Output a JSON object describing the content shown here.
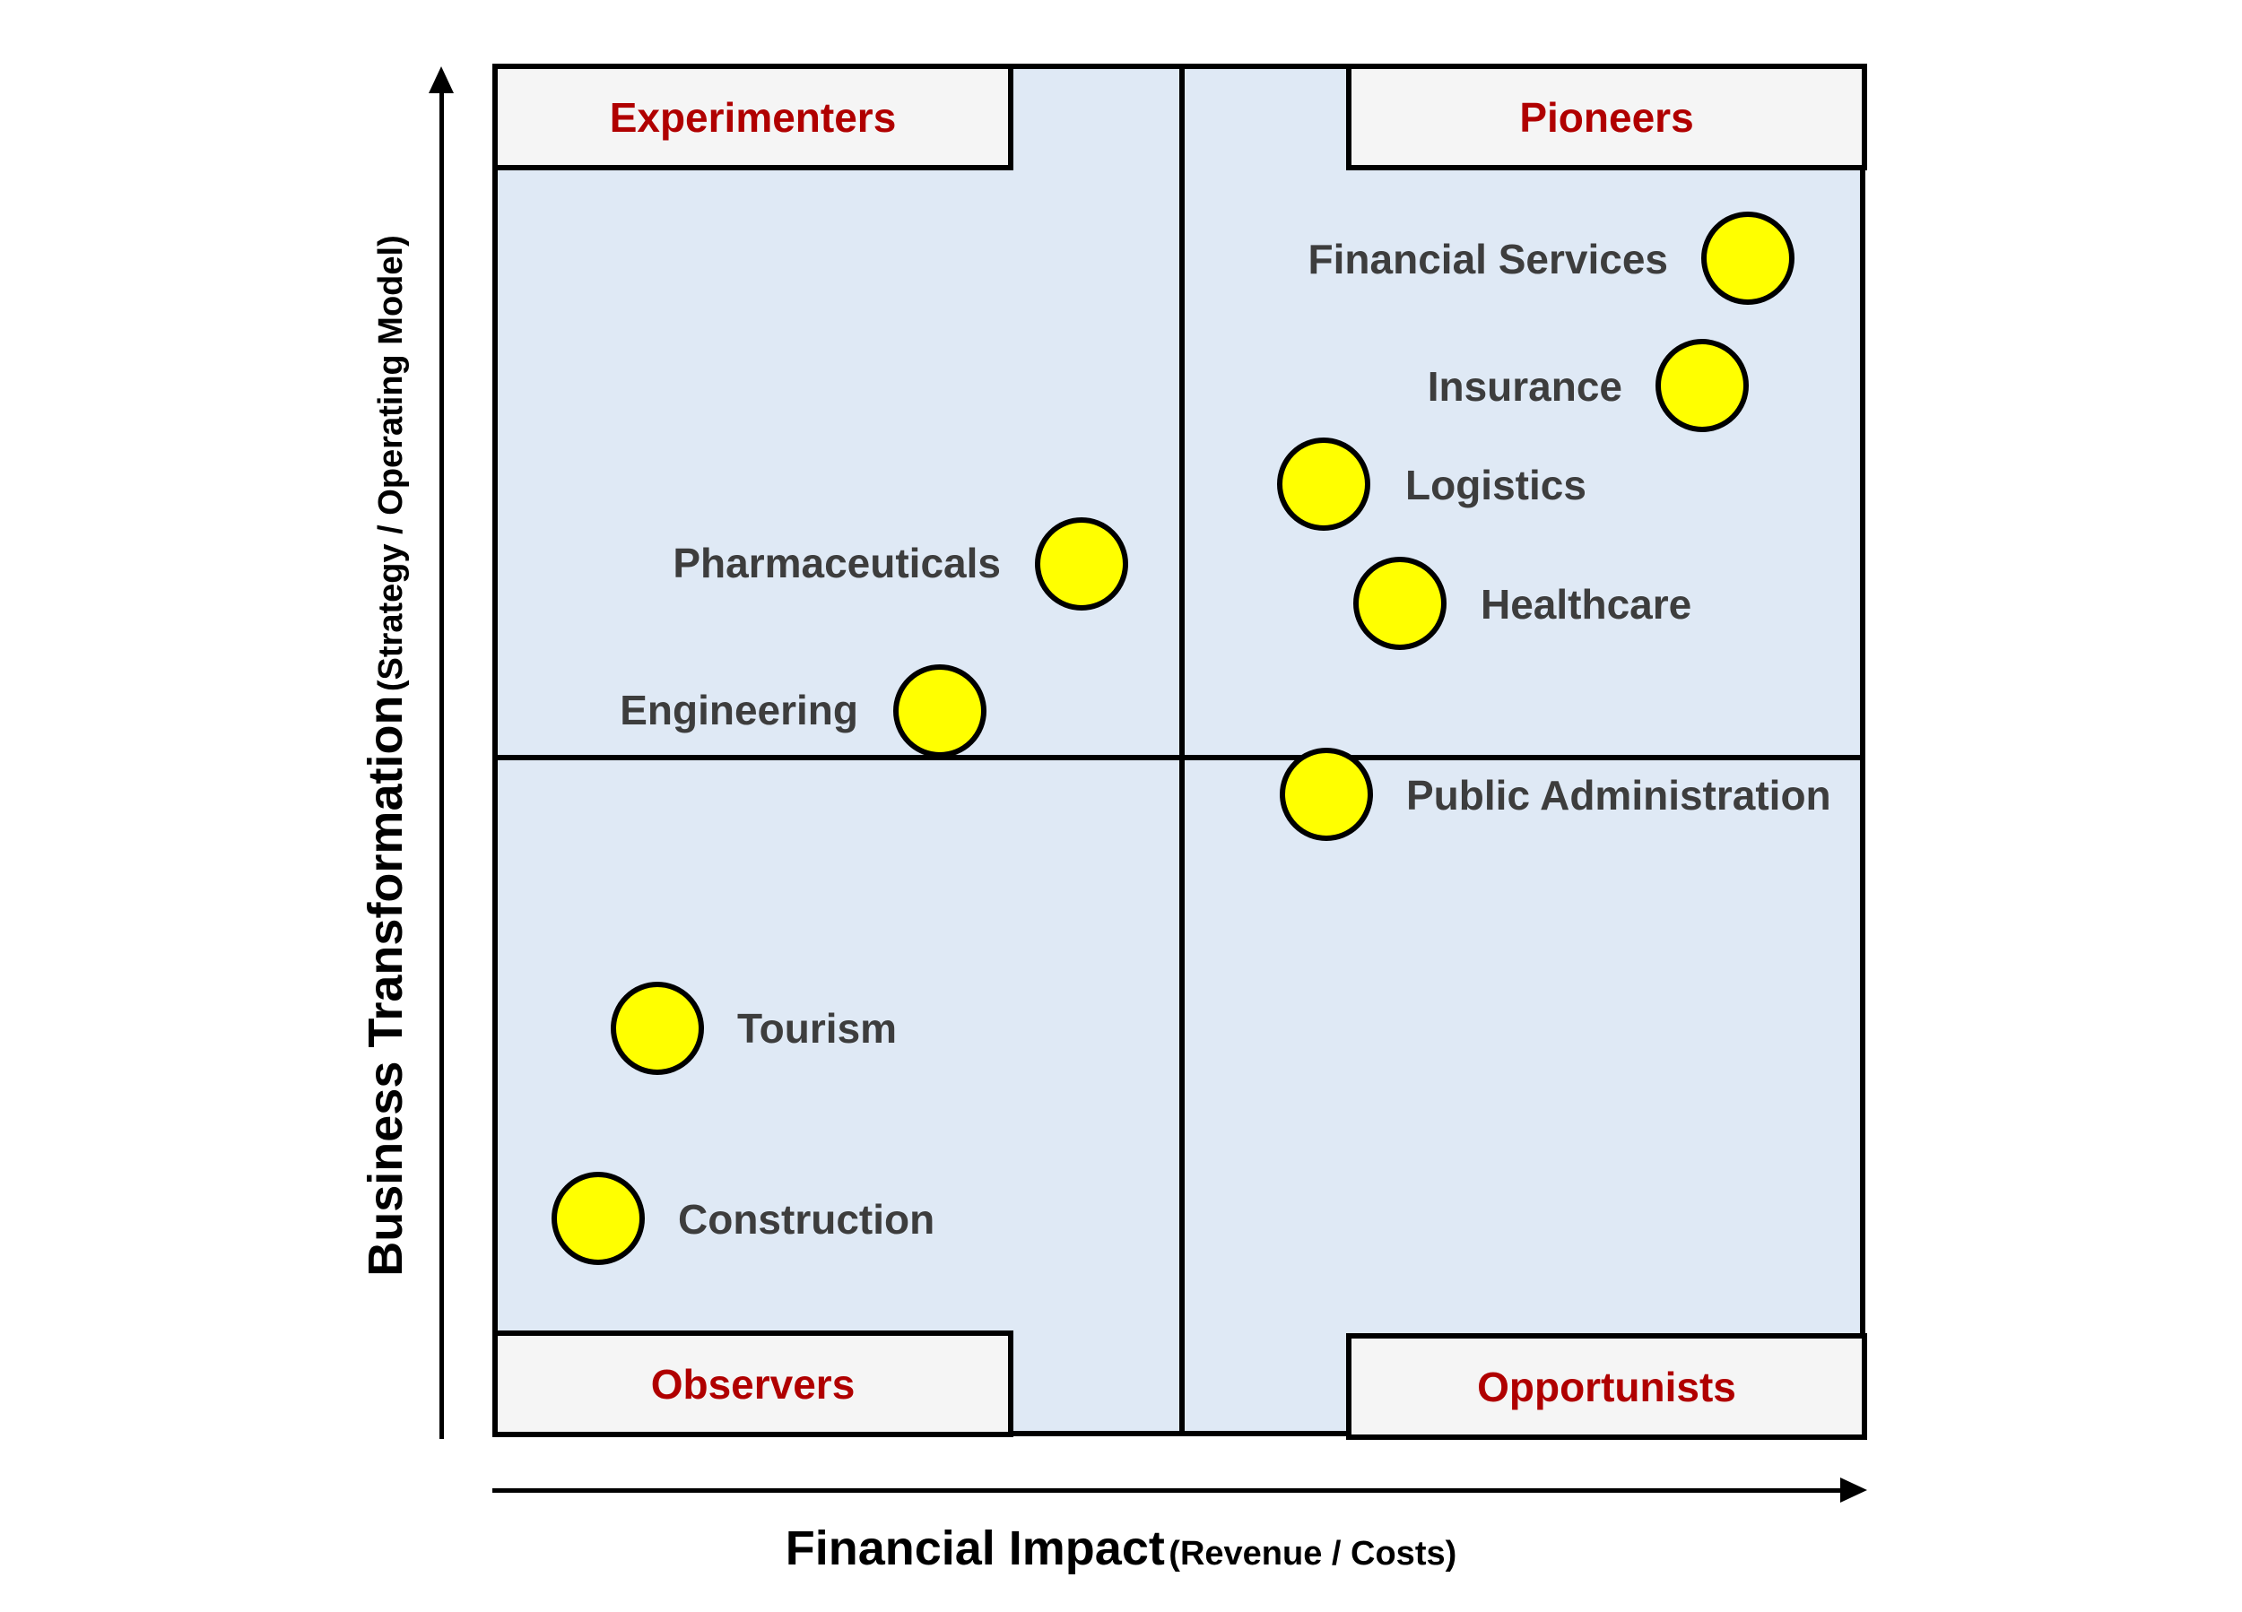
{
  "quadrants": {
    "top_left": "Experimenters",
    "top_right": "Pioneers",
    "bottom_left": "Observers",
    "bottom_right": "Opportunists"
  },
  "x_axis": {
    "title": "Financial Impact",
    "subtitle": "(Revenue / Costs)"
  },
  "y_axis": {
    "title": "Business Transformation",
    "subtitle": "(Strategy / Operating Model)"
  },
  "industries": [
    "Financial Services",
    "Insurance",
    "Logistics",
    "Healthcare",
    "Pharmaceuticals",
    "Engineering",
    "Public Administration",
    "Tourism",
    "Construction"
  ],
  "colors": {
    "dot_fill": "#ffff00",
    "quadrant_label": "#b00000",
    "background": "#dfe9f5"
  }
}
